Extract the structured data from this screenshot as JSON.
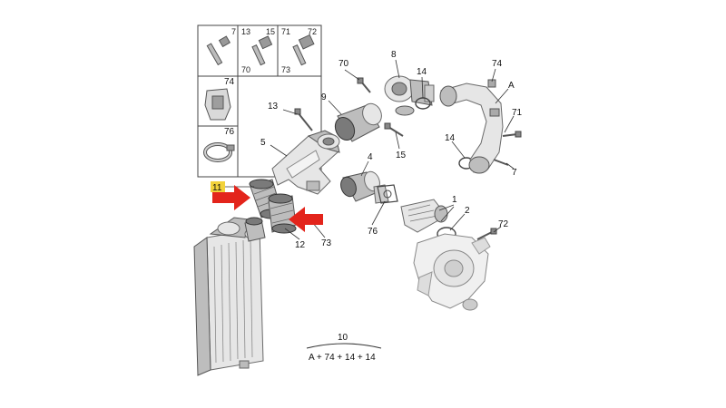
{
  "legend": {
    "cells": [
      {
        "numbers": [
          "7"
        ]
      },
      {
        "numbers": [
          "13",
          "15",
          "70"
        ]
      },
      {
        "numbers": [
          "71",
          "72",
          "73"
        ]
      },
      {
        "numbers": [
          "74"
        ]
      },
      {
        "numbers": [
          "76"
        ]
      }
    ]
  },
  "callouts": {
    "c1": "1",
    "c2": "2",
    "c4": "4",
    "c5": "5",
    "c7": "7",
    "c8": "8",
    "c9": "9",
    "c11": "11",
    "c12": "12",
    "c13": "13",
    "c14a": "14",
    "c14b": "14",
    "c15": "15",
    "c70": "70",
    "c71": "71",
    "c72": "72",
    "c73": "73",
    "c74": "74",
    "c76": "76",
    "cA": "A"
  },
  "kit": {
    "number": "10",
    "formula": "A + 74 + 14 + 14"
  },
  "colors": {
    "arrow": "#e3241b",
    "highlight": "#f2d23a",
    "line": "#333333",
    "part_fill": "#e6e6e6"
  }
}
